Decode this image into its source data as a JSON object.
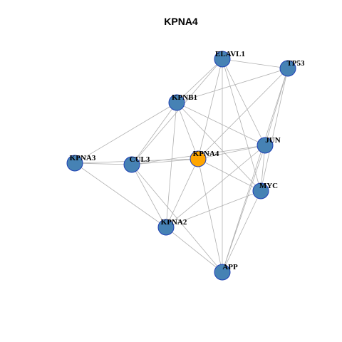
{
  "title": "KPNA4",
  "colors": {
    "node_fill": "#4682b4",
    "center_fill": "#ffa500",
    "node_stroke": "#1f3fb5",
    "edge": "#b0b0b0"
  },
  "network": {
    "center": "KPNA4",
    "nodes": [
      "ELAVL1",
      "TP53",
      "KPNB1",
      "JUN",
      "KPNA3",
      "CUL3",
      "KPNA4",
      "MYC",
      "KPNA2",
      "APP"
    ],
    "edges": [
      [
        "ELAVL1",
        "TP53"
      ],
      [
        "ELAVL1",
        "KPNB1"
      ],
      [
        "ELAVL1",
        "JUN"
      ],
      [
        "ELAVL1",
        "MYC"
      ],
      [
        "ELAVL1",
        "CUL3"
      ],
      [
        "ELAVL1",
        "KPNA4"
      ],
      [
        "ELAVL1",
        "APP"
      ],
      [
        "TP53",
        "KPNB1"
      ],
      [
        "TP53",
        "JUN"
      ],
      [
        "TP53",
        "MYC"
      ],
      [
        "TP53",
        "KPNA4"
      ],
      [
        "TP53",
        "APP"
      ],
      [
        "KPNB1",
        "KPNA3"
      ],
      [
        "KPNB1",
        "CUL3"
      ],
      [
        "KPNB1",
        "KPNA4"
      ],
      [
        "KPNB1",
        "JUN"
      ],
      [
        "KPNB1",
        "MYC"
      ],
      [
        "KPNB1",
        "KPNA2"
      ],
      [
        "KPNA3",
        "CUL3"
      ],
      [
        "KPNA3",
        "KPNA4"
      ],
      [
        "KPNA3",
        "KPNA2"
      ],
      [
        "CUL3",
        "KPNA4"
      ],
      [
        "CUL3",
        "KPNA2"
      ],
      [
        "CUL3",
        "APP"
      ],
      [
        "CUL3",
        "JUN"
      ],
      [
        "KPNA4",
        "KPNA2"
      ],
      [
        "KPNA4",
        "APP"
      ],
      [
        "KPNA4",
        "JUN"
      ],
      [
        "KPNA4",
        "MYC"
      ],
      [
        "JUN",
        "MYC"
      ],
      [
        "JUN",
        "APP"
      ],
      [
        "JUN",
        "KPNA2"
      ],
      [
        "MYC",
        "KPNA2"
      ],
      [
        "MYC",
        "APP"
      ],
      [
        "KPNA2",
        "APP"
      ]
    ]
  }
}
